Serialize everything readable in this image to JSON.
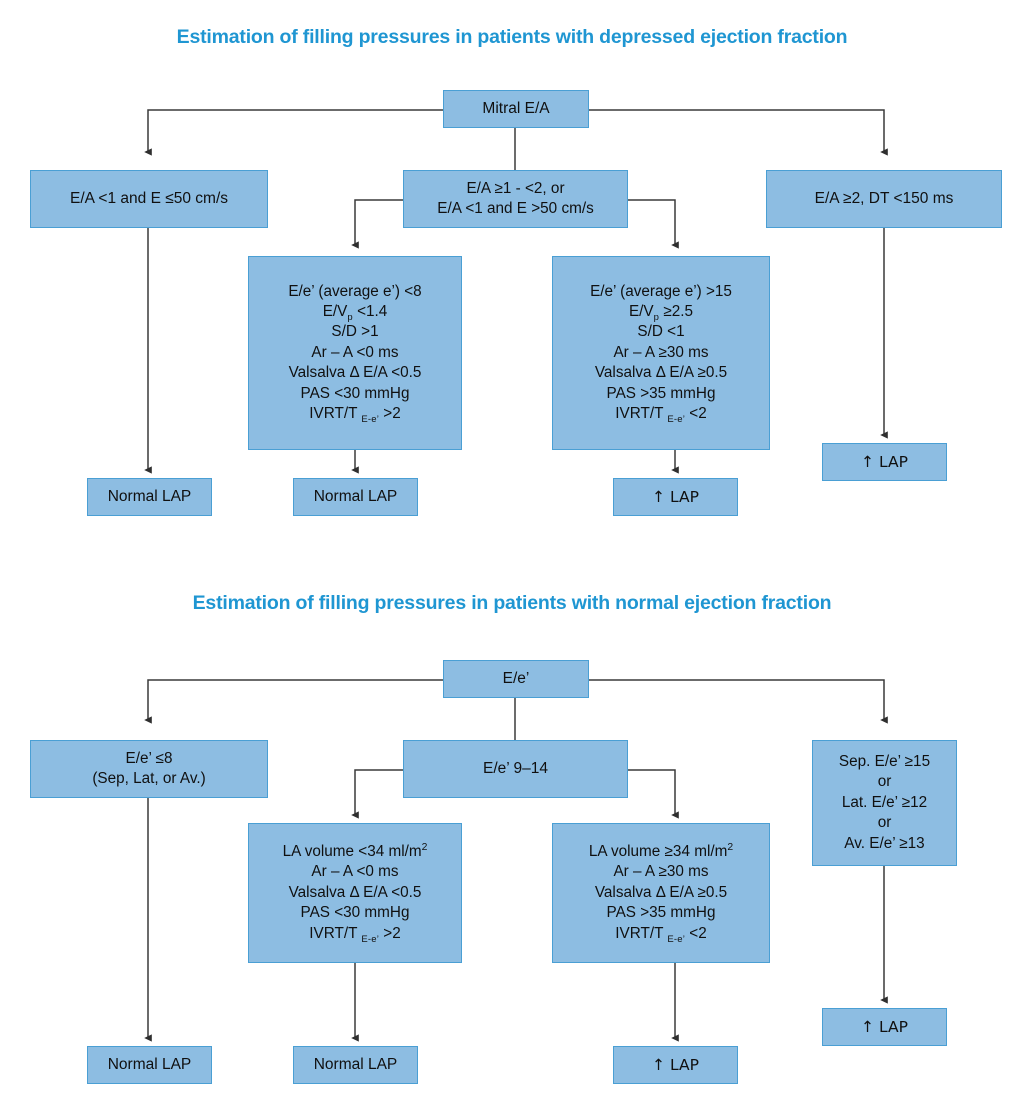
{
  "charts": [
    {
      "title": "Estimation of filling pressures in patients with depressed ejection fraction",
      "root": {
        "label": "Mitral E/A"
      },
      "branches": [
        {
          "criteria": {
            "lines": [
              "E/A <1 and E ≤50 cm/s"
            ]
          },
          "outcome": {
            "label": "Normal LAP"
          }
        },
        {
          "criteria": {
            "lines": [
              "E/A ≥1 - <2, or",
              "E/A <1 and E >50 cm/s"
            ]
          },
          "detail_left": {
            "lines": [
              "E/e’ (average e’) <8",
              "E/Vp <1.4",
              "S/D >1",
              "Ar – A <0 ms",
              "Valsalva Δ E/A <0.5",
              "PAS <30 mmHg",
              "IVRT/T E-e’ >2"
            ]
          },
          "detail_right": {
            "lines": [
              "E/e’ (average e’) >15",
              "E/Vp ≥2.5",
              "S/D <1",
              "Ar – A ≥30 ms",
              "Valsalva Δ E/A ≥0.5",
              "PAS >35 mmHg",
              "IVRT/T E-e’ <2"
            ]
          },
          "outcome_left": {
            "label": "Normal LAP"
          },
          "outcome_right": {
            "label": "↑ LAP"
          }
        },
        {
          "criteria": {
            "lines": [
              "E/A ≥2, DT <150 ms"
            ]
          },
          "outcome": {
            "label": "↑ LAP"
          }
        }
      ]
    },
    {
      "title": "Estimation of filling pressures in patients with normal ejection fraction",
      "root": {
        "label": "E/e’"
      },
      "branches": [
        {
          "criteria": {
            "lines": [
              "E/e’ ≤8",
              "(Sep, Lat, or Av.)"
            ]
          },
          "outcome": {
            "label": "Normal LAP"
          }
        },
        {
          "criteria": {
            "lines": [
              "E/e’ 9–14"
            ]
          },
          "detail_left": {
            "lines": [
              "LA volume <34 ml/m2",
              "Ar – A <0 ms",
              "Valsalva Δ E/A <0.5",
              "PAS <30 mmHg",
              "IVRT/T E-e’ >2"
            ]
          },
          "detail_right": {
            "lines": [
              "LA volume ≥34 ml/m2",
              "Ar – A ≥30 ms",
              "Valsalva Δ E/A ≥0.5",
              "PAS >35 mmHg",
              "IVRT/T E-e’ <2"
            ]
          },
          "outcome_left": {
            "label": "Normal LAP"
          },
          "outcome_right": {
            "label": "↑ LAP"
          }
        },
        {
          "criteria": {
            "lines": [
              "Sep. E/e’ ≥15",
              "or",
              "Lat. E/e’ ≥12",
              "or",
              "Av. E/e’ ≥13"
            ]
          },
          "outcome": {
            "label": "↑ LAP"
          }
        }
      ]
    }
  ],
  "colors": {
    "title_blue": "#1f96d2",
    "node_fill": "#8dbde2",
    "node_border": "#4a9fd4",
    "connector": "#3a3a3a"
  }
}
